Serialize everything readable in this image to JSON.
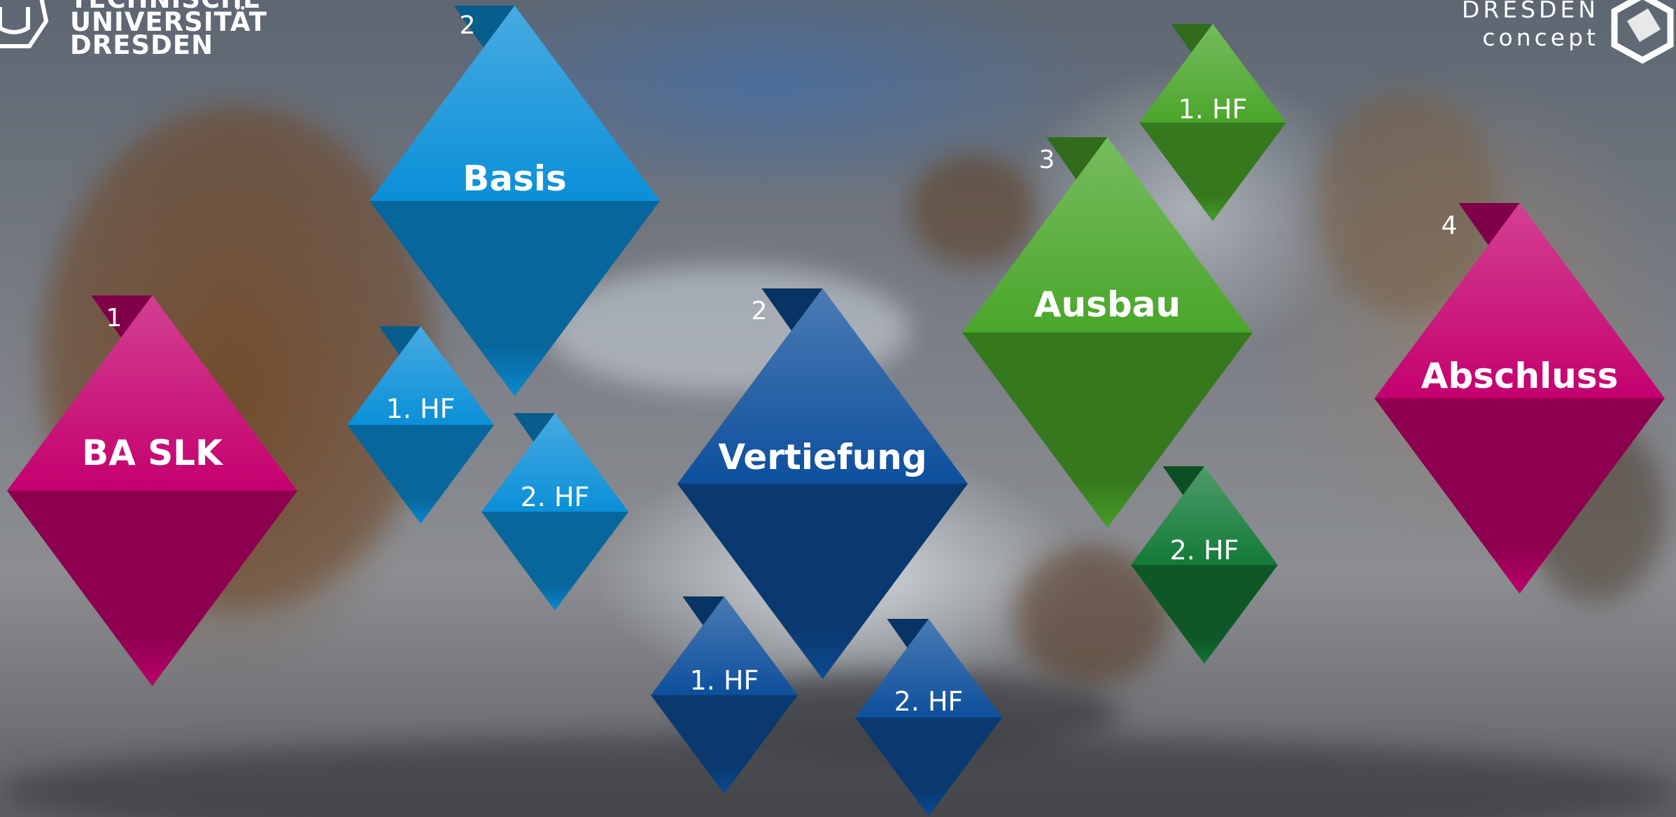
{
  "logos": {
    "tud_lines": [
      "TECHNISCHE",
      "UNIVERSITÄT",
      "DRESDEN"
    ],
    "dresden_concept_lines": [
      "DRESDEN",
      "concept"
    ]
  },
  "colors": {
    "magenta": "#c4006e",
    "light_blue": "#0a8fd8",
    "dark_blue": "#0d4f9c",
    "green": "#4aa62a",
    "dark_green": "#137a38"
  },
  "diagram": {
    "stages": [
      {
        "id": "ba-slk",
        "label": "BA SLK",
        "number": "1",
        "color": "magenta"
      },
      {
        "id": "basis",
        "label": "Basis",
        "number": "2",
        "color": "light_blue"
      },
      {
        "id": "basis-hf1",
        "label": "1. HF",
        "color": "light_blue"
      },
      {
        "id": "basis-hf2",
        "label": "2. HF",
        "color": "light_blue"
      },
      {
        "id": "vertiefung",
        "label": "Vertiefung",
        "number": "2",
        "color": "dark_blue"
      },
      {
        "id": "vertiefung-hf1",
        "label": "1. HF",
        "color": "dark_blue"
      },
      {
        "id": "vertiefung-hf2",
        "label": "2. HF",
        "color": "dark_blue"
      },
      {
        "id": "ausbau",
        "label": "Ausbau",
        "number": "3",
        "color": "green"
      },
      {
        "id": "ausbau-hf1",
        "label": "1. HF",
        "color": "green"
      },
      {
        "id": "ausbau-hf2",
        "label": "2. HF",
        "color": "dark_green"
      },
      {
        "id": "abschluss",
        "label": "Abschluss",
        "number": "4",
        "color": "magenta"
      }
    ]
  }
}
